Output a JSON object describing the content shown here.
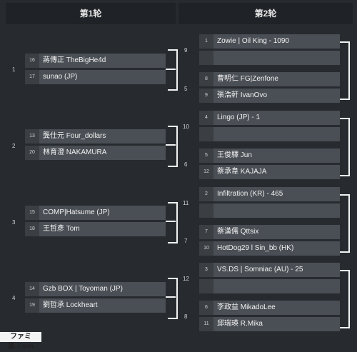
{
  "headers": {
    "round1": "第1轮",
    "round2": "第2轮"
  },
  "round1": [
    {
      "num": "1",
      "players": [
        {
          "seed": "16",
          "name": "蔣傳正 TheBigHe4d"
        },
        {
          "seed": "17",
          "name": "sunao (JP)"
        }
      ]
    },
    {
      "num": "2",
      "players": [
        {
          "seed": "13",
          "name": "龔仕元 Four_dollars"
        },
        {
          "seed": "20",
          "name": "林育澄 NAKAMURA"
        }
      ]
    },
    {
      "num": "3",
      "players": [
        {
          "seed": "15",
          "name": "COMP|Hatsume (JP)"
        },
        {
          "seed": "18",
          "name": "王哲彥 Tom"
        }
      ]
    },
    {
      "num": "4",
      "players": [
        {
          "seed": "14",
          "name": "Gzb BOX | Toyoman (JP)"
        },
        {
          "seed": "19",
          "name": "劉哲承 Lockheart"
        }
      ]
    }
  ],
  "round2": [
    {
      "num_top": "9",
      "num_bottom": "5",
      "players": [
        {
          "seed": "1",
          "name": "Zowie | Oil King - 1090"
        },
        {
          "seed": "",
          "name": ""
        },
        {
          "seed": "8",
          "name": "曹明仁 FG|Zenfone"
        },
        {
          "seed": "9",
          "name": "張浩軒 IvanOvo"
        }
      ]
    },
    {
      "num_top": "10",
      "num_bottom": "6",
      "players": [
        {
          "seed": "4",
          "name": "Lingo (JP) - 1"
        },
        {
          "seed": "",
          "name": ""
        },
        {
          "seed": "5",
          "name": "王俊驛 Jun"
        },
        {
          "seed": "12",
          "name": "蔡承韋 KAJAJA"
        }
      ]
    },
    {
      "num_top": "11",
      "num_bottom": "7",
      "players": [
        {
          "seed": "2",
          "name": "Infiltration (KR) - 465"
        },
        {
          "seed": "",
          "name": ""
        },
        {
          "seed": "7",
          "name": "蔡漢儒 Qttsix"
        },
        {
          "seed": "10",
          "name": "HotDog29 l Sin_bb (HK)"
        }
      ]
    },
    {
      "num_top": "12",
      "num_bottom": "8",
      "players": [
        {
          "seed": "3",
          "name": "VS.DS | Somniac (AU) - 25"
        },
        {
          "seed": "",
          "name": ""
        },
        {
          "seed": "6",
          "name": "李政益 MikadoLee"
        },
        {
          "seed": "11",
          "name": "邱瑞瑛 R.Mika"
        }
      ]
    }
  ],
  "watermark": "ファミ通.com"
}
